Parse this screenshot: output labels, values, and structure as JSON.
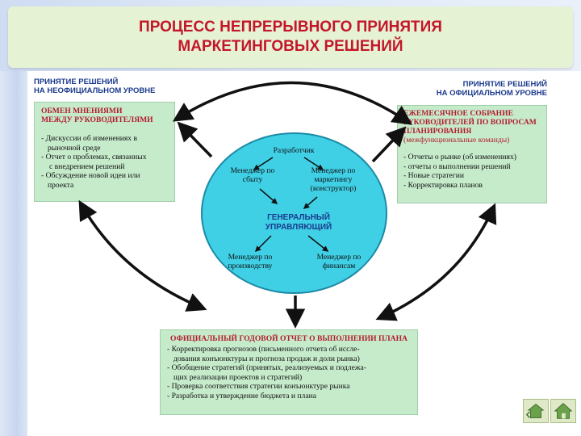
{
  "title": {
    "line1": "ПРОЦЕСС НЕПРЕРЫВНОГО ПРИНЯТИЯ",
    "line2": "МАРКЕТИНГОВЫХ РЕШЕНИЙ"
  },
  "informal": {
    "heading_line1": "ПРИНЯТИЕ РЕШЕНИЙ",
    "heading_line2": "НА НЕОФИЦИАЛЬНОМ УРОВНЕ",
    "panel_heading_line1": "ОБМЕН МНЕНИЯМИ",
    "panel_heading_line2": "МЕЖДУ РУКОВОДИТЕЛЯМИ",
    "items": [
      "- Дискуссии об изменениях в",
      "  рыночной среде",
      "- Отчет о проблемах, связанных",
      "  с внедрением решений",
      "- Обсуждение новой идеи или",
      "  проекта"
    ]
  },
  "official": {
    "heading_line1": "ПРИНЯТИЕ РЕШЕНИЙ",
    "heading_line2": "НА ОФИЦИАЛЬНОМ УРОВНЕ",
    "panel_heading_line1": "ЕЖЕМЕСЯЧНОЕ СОБРАНИЕ",
    "panel_heading_line2": "РУКОВОДИТЕЛЕЙ ПО ВОПРОСАМ",
    "panel_heading_line3": "ПЛАНИРОВАНИЯ",
    "panel_sub": "(межфункциональные команды)",
    "items": [
      "- Отчеты о рынке (об изменениях)",
      "- отчеты о выполнении решений",
      "- Новые стратегии",
      "- Корректировка планов"
    ]
  },
  "circle": {
    "developer": "Разработчик",
    "sales_mgr_line1": "Менеджер по",
    "sales_mgr_line2": "сбыту",
    "marketing_mgr_line1": "Менеджер по",
    "marketing_mgr_line2": "маркетингу",
    "marketing_mgr_line3": "(конструктор)",
    "general_line1": "ГЕНЕРАЛЬНЫЙ",
    "general_line2": "УПРАВЛЯЮЩИЙ",
    "production_mgr_line1": "Менеджер по",
    "production_mgr_line2": "производству",
    "finance_mgr_line1": "Менеджер по",
    "finance_mgr_line2": "финансам"
  },
  "annual": {
    "heading": "ОФИЦИАЛЬНЫЙ ГОДОВОЙ ОТЧЕТ О ВЫПОЛНЕНИИ ПЛАНА",
    "items": [
      "- Корректировка прогнозов (письменного отчета об иссле-",
      "  дования конъюнктуры и прогноза продаж и доли рынка)",
      "- Обобщение стратегий (принятых, реализуемых и подлежа-",
      "  щих реализации проектов и стратегий)",
      "- Проверка соответствия стратегии конъюнктуре рынка",
      "- Разработка и утверждение бюджета и плана"
    ]
  },
  "colors": {
    "title": "#c4162a",
    "heading": "#1b3a8c",
    "panel_heading": "#b21d2e",
    "panel_bg": "#c6ebcb",
    "circle_bg": "#3fd0e6"
  },
  "nav_icons": [
    "back-home-icon",
    "home-icon"
  ]
}
